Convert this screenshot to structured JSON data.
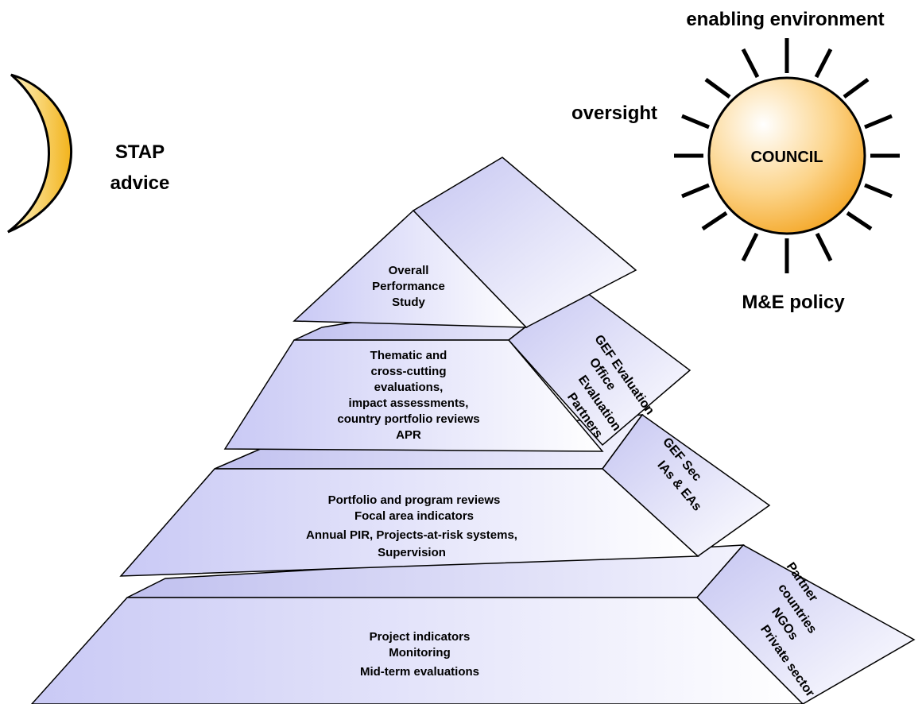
{
  "colors": {
    "face_light": "#ffffff",
    "face_dark": "#c9c9f5",
    "sun_core": "#ffffff",
    "sun_edge": "#f3a21c",
    "moon_light": "#fff6c8",
    "moon_dark": "#f2b31c",
    "stroke": "#000000"
  },
  "council": {
    "title": "COUNCIL",
    "top_label": "enabling environment",
    "left_label": "oversight",
    "bottom_label": "M&E policy"
  },
  "stap": {
    "line1": "STAP",
    "line2": "advice"
  },
  "pyramid": {
    "tiers": [
      {
        "lines": [
          "Overall",
          "Performance",
          "Study"
        ]
      },
      {
        "lines": [
          "Thematic and",
          "cross-cutting",
          "evaluations,",
          "impact assessments,",
          "country portfolio reviews",
          "APR"
        ],
        "side_lines": [
          "GEF Evaluation",
          "Office",
          "Evaluation",
          "Partners"
        ]
      },
      {
        "lines": [
          "Portfolio and program reviews",
          "Focal area indicators",
          "Annual PIR, Projects-at-risk systems,",
          "Supervision"
        ],
        "side_lines": [
          "GEF Sec",
          "IAs & EAs"
        ]
      },
      {
        "lines": [
          "Project indicators",
          "Monitoring",
          "Mid-term evaluations"
        ],
        "side_lines": [
          "Partner",
          "countries",
          "NGOs",
          "Private sector"
        ]
      }
    ]
  }
}
